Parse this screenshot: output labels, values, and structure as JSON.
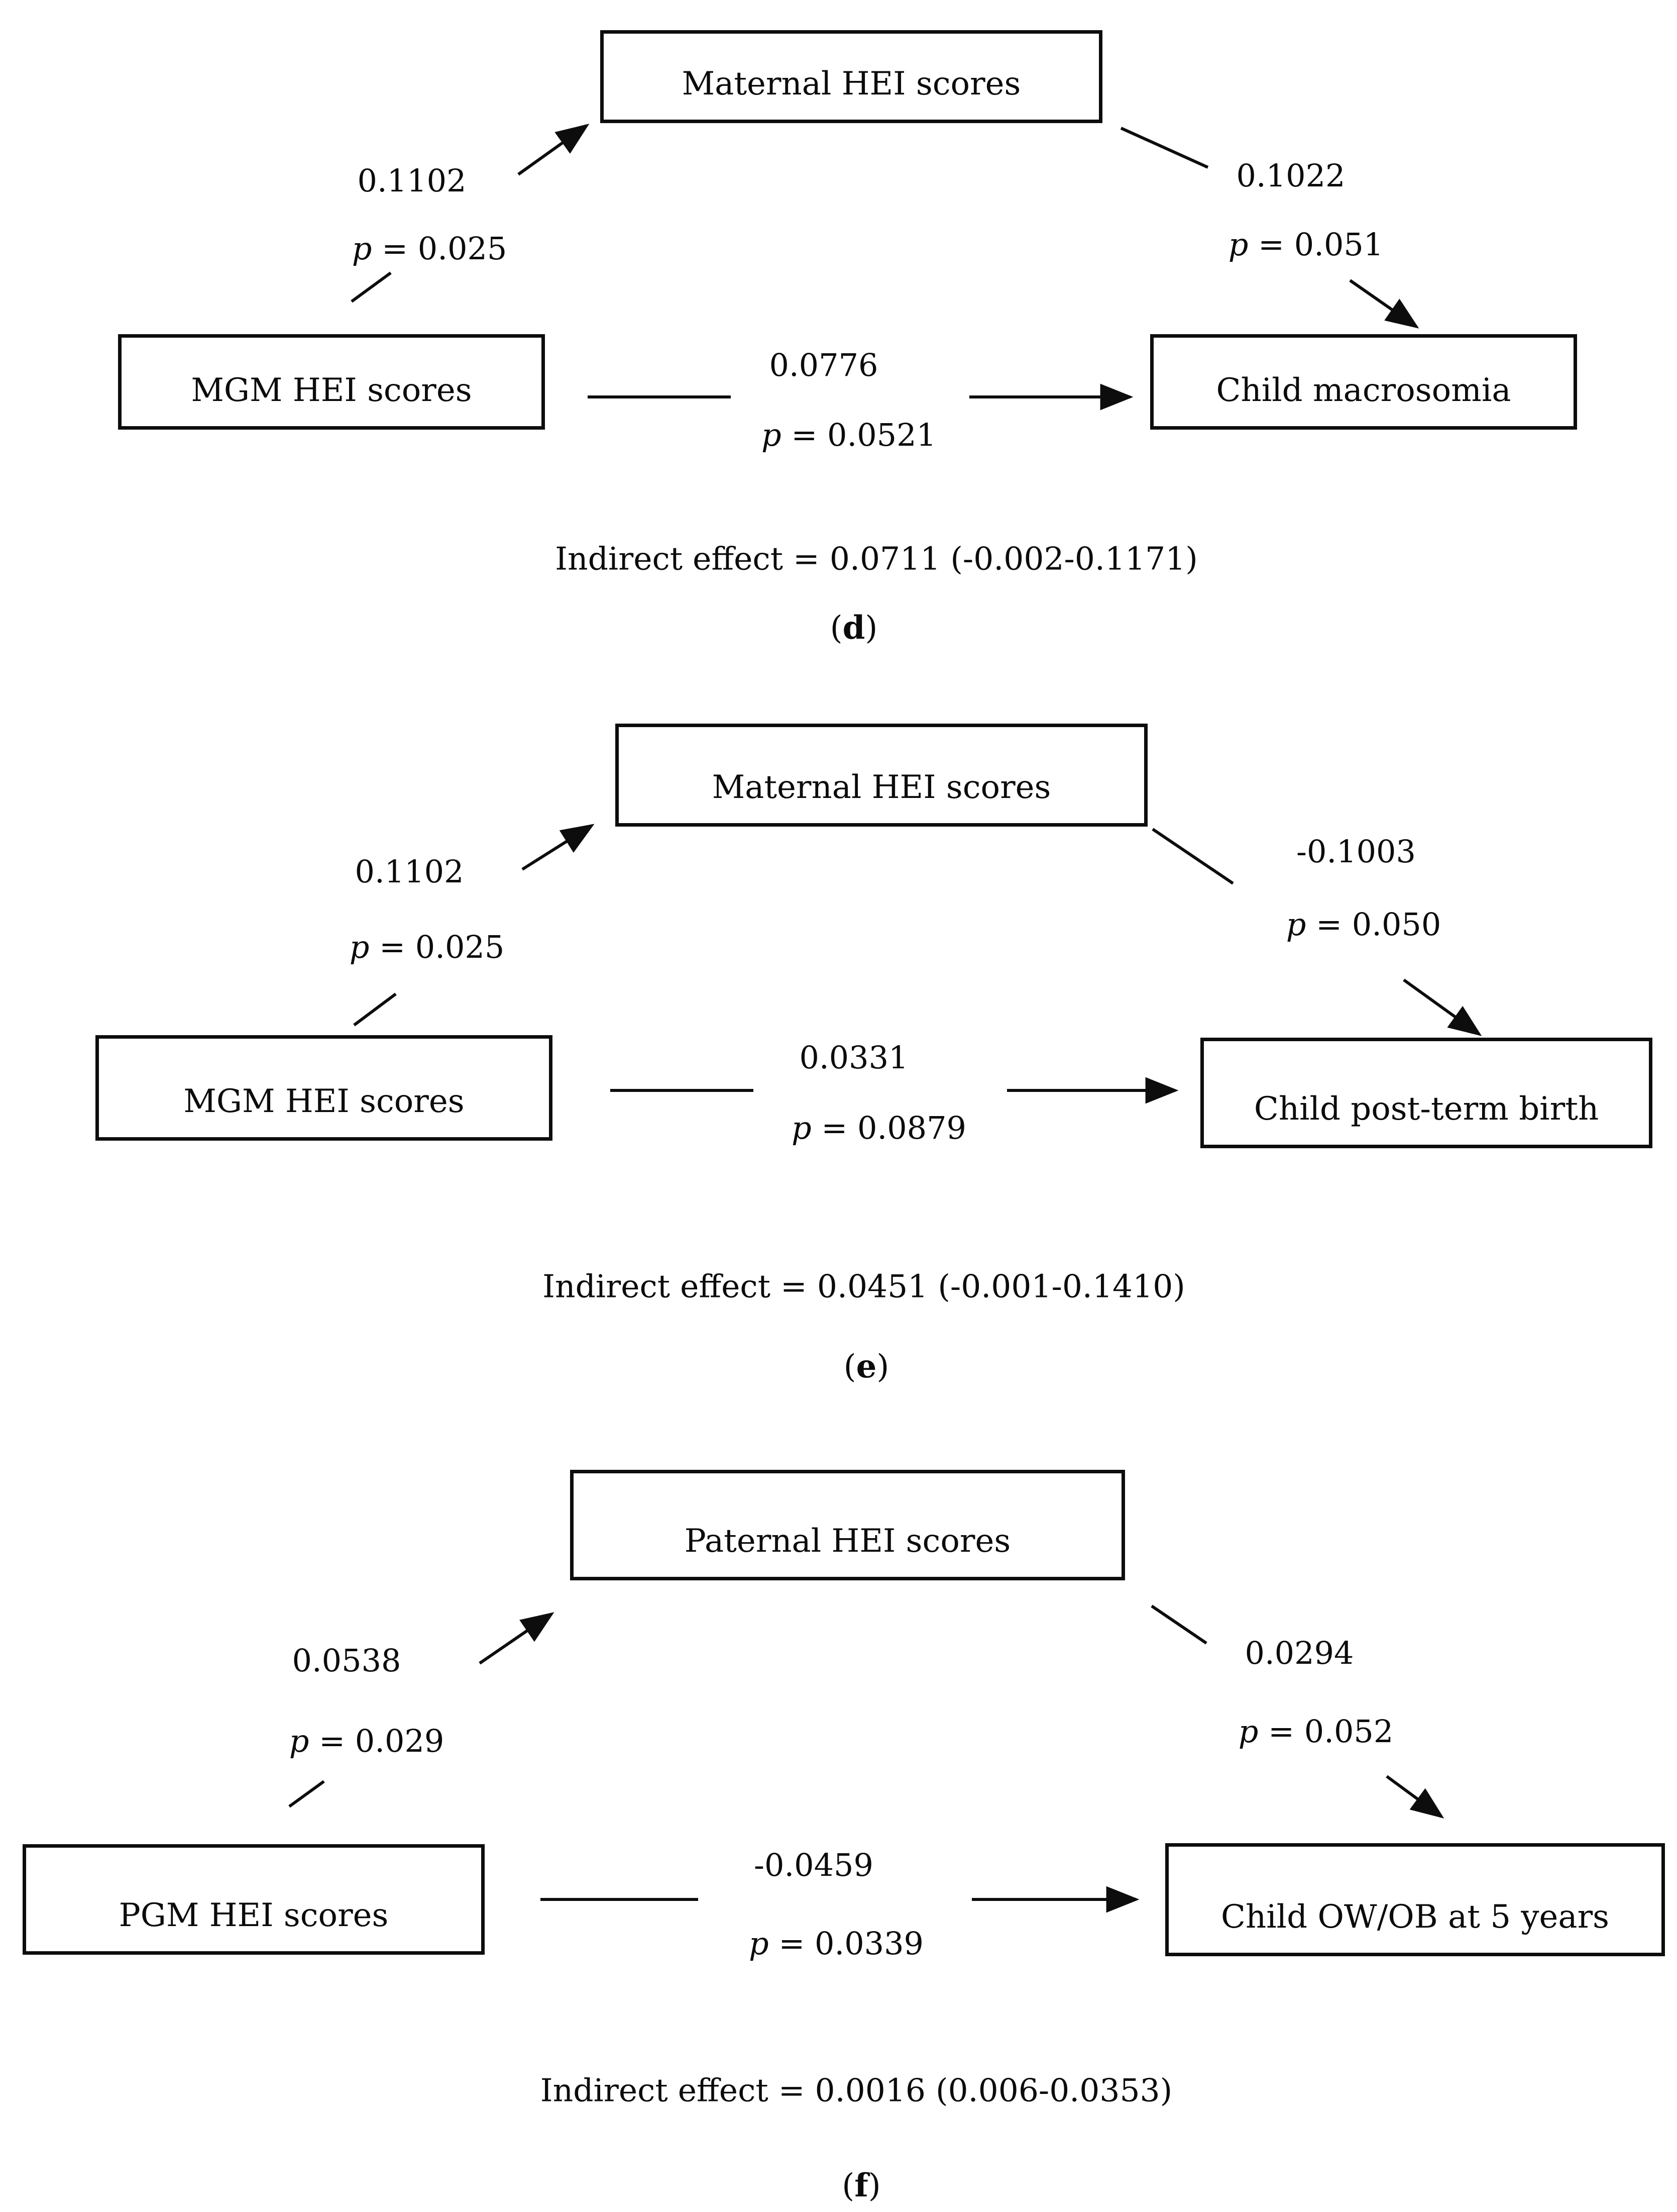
{
  "figure": {
    "panels": [
      {
        "letter": "d",
        "paren_open": "(",
        "paren_close": ")",
        "mediator": "Maternal HEI scores",
        "exposure": "MGM HEI scores",
        "outcome": "Child macrosomia",
        "path_a": {
          "coef": "0.1102",
          "p_symbol": "p",
          "p_rest": " = 0.025"
        },
        "path_b": {
          "coef": "0.1022",
          "p_symbol": "p",
          "p_rest": " = 0.051"
        },
        "path_c": {
          "coef": "0.0776",
          "p_symbol": "p",
          "p_rest": " = 0.0521"
        },
        "indirect_effect": "Indirect effect = 0.0711 (-0.002-0.1171)"
      },
      {
        "letter": "e",
        "paren_open": "(",
        "paren_close": ")",
        "mediator": "Maternal HEI scores",
        "exposure": "MGM HEI scores",
        "outcome": "Child post-term birth",
        "path_a": {
          "coef": "0.1102",
          "p_symbol": "p",
          "p_rest": " = 0.025"
        },
        "path_b": {
          "coef": "-0.1003",
          "p_symbol": "p",
          "p_rest": " = 0.050"
        },
        "path_c": {
          "coef": "0.0331",
          "p_symbol": "p",
          "p_rest": " = 0.0879"
        },
        "indirect_effect": "Indirect effect = 0.0451 (-0.001-0.1410)"
      },
      {
        "letter": "f",
        "paren_open": "(",
        "paren_close": ")",
        "mediator": "Paternal HEI scores",
        "exposure": "PGM HEI scores",
        "outcome": "Child OW/OB at 5 years",
        "path_a": {
          "coef": "0.0538",
          "p_symbol": "p",
          "p_rest": " = 0.029"
        },
        "path_b": {
          "coef": "0.0294",
          "p_symbol": "p",
          "p_rest": " = 0.052"
        },
        "path_c": {
          "coef": "-0.0459",
          "p_symbol": "p",
          "p_rest": " = 0.0339"
        },
        "indirect_effect": "Indirect effect = 0.0016 (0.006-0.0353)"
      }
    ]
  }
}
